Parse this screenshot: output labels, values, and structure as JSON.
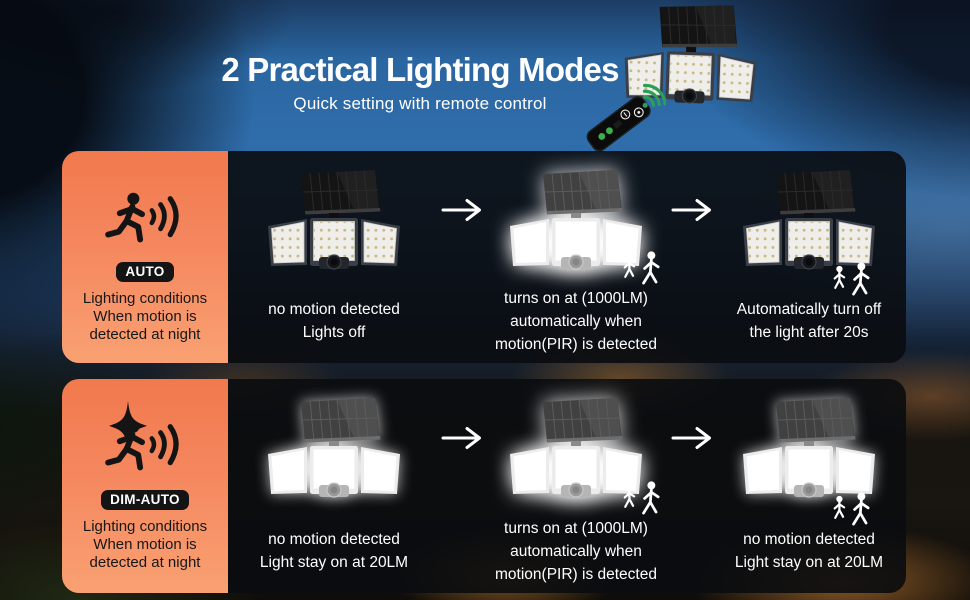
{
  "header": {
    "title": "2 Practical Lighting Modes",
    "subtitle": "Quick setting with remote control"
  },
  "hero": {
    "product_icon": "three-head-solar-security-light",
    "remote_icon": "remote-control",
    "signal_icon": "wireless-signal"
  },
  "modes": [
    {
      "id": "auto",
      "badge": "AUTO",
      "icon": "running-person-motion-waves-icon",
      "desc_lines": [
        "Lighting conditions",
        "When motion is",
        "detected at night"
      ],
      "steps": [
        {
          "light_state": "off",
          "lines": [
            "no motion detected",
            "Lights off"
          ]
        },
        {
          "light_state": "on",
          "lines": [
            "turns on at (1000LM)",
            "automatically when",
            "motion(PIR) is detected"
          ],
          "people_icon": true
        },
        {
          "light_state": "off",
          "lines": [
            "Automatically turn off",
            "the light after 20s"
          ],
          "people_icon": true
        }
      ]
    },
    {
      "id": "dim-auto",
      "badge": "DIM-AUTO",
      "icon": "sparkle-running-person-motion-waves-icon",
      "desc_lines": [
        "Lighting conditions",
        "When motion is",
        "detected at night"
      ],
      "steps": [
        {
          "light_state": "dim",
          "lines": [
            "no motion detected",
            "Light stay on at 20LM"
          ]
        },
        {
          "light_state": "on",
          "lines": [
            "turns on at (1000LM)",
            "automatically when",
            "motion(PIR) is detected"
          ],
          "people_icon": true
        },
        {
          "light_state": "dim",
          "lines": [
            "no motion detected",
            "Light stay on at 20LM"
          ],
          "people_icon": true
        }
      ]
    }
  ],
  "colors": {
    "accent_orange": "#f5875f",
    "panel_bg": "#171e29",
    "badge_bg": "#141414",
    "text_light": "#ffffff",
    "text_dark": "#171717",
    "sky_blue": "#2f6dab",
    "wifi_green": "#2d9e55",
    "led_dot": "#c8b97f"
  }
}
